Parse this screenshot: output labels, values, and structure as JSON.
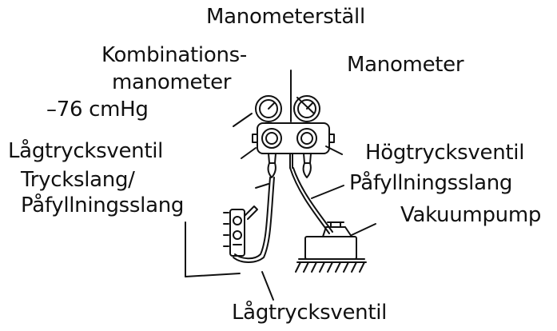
{
  "labels": {
    "manifold": "Manometerställ",
    "compound_gauge_1": "Kombinations-",
    "compound_gauge_2": "manometer",
    "vacuum_reading": "–76 cmHg",
    "gauge": "Manometer",
    "low_valve_top": "Lågtrycksventil",
    "high_valve": "Högtrycksventil",
    "pressure_hose_1": "Tryckslang/",
    "pressure_hose_2": "Påfyllningsslang",
    "charge_hose": "Påfyllningsslang",
    "vacuum_pump": "Vakuumpump",
    "low_valve_bottom": "Lågtrycksventil"
  },
  "colors": {
    "line": "#111111",
    "background": "#ffffff"
  }
}
